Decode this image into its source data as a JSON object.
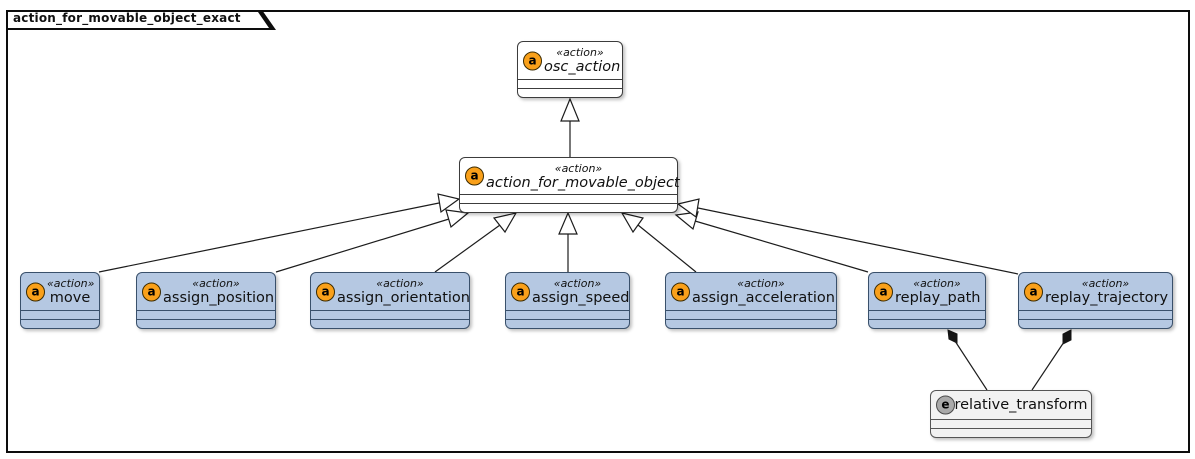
{
  "frame": {
    "title": "action_for_movable_object_exact"
  },
  "classes": [
    {
      "id": "osc_action",
      "stereotype": "«action»",
      "name": "osc_action",
      "icon_letter": "a",
      "icon_kind": "action",
      "abstract": true,
      "fill": "#ffffff"
    },
    {
      "id": "action_for_movable_object",
      "stereotype": "«action»",
      "name": "action_for_movable_object",
      "icon_letter": "a",
      "icon_kind": "action",
      "abstract": true,
      "fill": "#ffffff"
    },
    {
      "id": "move",
      "stereotype": "«action»",
      "name": "move",
      "icon_letter": "a",
      "icon_kind": "action",
      "abstract": false,
      "fill": "#b5c8e2"
    },
    {
      "id": "assign_position",
      "stereotype": "«action»",
      "name": "assign_position",
      "icon_letter": "a",
      "icon_kind": "action",
      "abstract": false,
      "fill": "#b5c8e2"
    },
    {
      "id": "assign_orientation",
      "stereotype": "«action»",
      "name": "assign_orientation",
      "icon_letter": "a",
      "icon_kind": "action",
      "abstract": false,
      "fill": "#b5c8e2"
    },
    {
      "id": "assign_speed",
      "stereotype": "«action»",
      "name": "assign_speed",
      "icon_letter": "a",
      "icon_kind": "action",
      "abstract": false,
      "fill": "#b5c8e2"
    },
    {
      "id": "assign_acceleration",
      "stereotype": "«action»",
      "name": "assign_acceleration",
      "icon_letter": "a",
      "icon_kind": "action",
      "abstract": false,
      "fill": "#b5c8e2"
    },
    {
      "id": "replay_path",
      "stereotype": "«action»",
      "name": "replay_path",
      "icon_letter": "a",
      "icon_kind": "action",
      "abstract": false,
      "fill": "#b5c8e2"
    },
    {
      "id": "replay_trajectory",
      "stereotype": "«action»",
      "name": "replay_trajectory",
      "icon_letter": "a",
      "icon_kind": "action",
      "abstract": false,
      "fill": "#b5c8e2"
    },
    {
      "id": "relative_transform",
      "stereotype": "",
      "name": "relative_transform",
      "icon_letter": "e",
      "icon_kind": "enum",
      "abstract": false,
      "fill": "#f2f2f2"
    }
  ],
  "relationships": [
    {
      "type": "generalization",
      "from": "action_for_movable_object",
      "to": "osc_action"
    },
    {
      "type": "generalization",
      "from": "move",
      "to": "action_for_movable_object"
    },
    {
      "type": "generalization",
      "from": "assign_position",
      "to": "action_for_movable_object"
    },
    {
      "type": "generalization",
      "from": "assign_orientation",
      "to": "action_for_movable_object"
    },
    {
      "type": "generalization",
      "from": "assign_speed",
      "to": "action_for_movable_object"
    },
    {
      "type": "generalization",
      "from": "assign_acceleration",
      "to": "action_for_movable_object"
    },
    {
      "type": "generalization",
      "from": "replay_path",
      "to": "action_for_movable_object"
    },
    {
      "type": "generalization",
      "from": "replay_trajectory",
      "to": "action_for_movable_object"
    },
    {
      "type": "composition",
      "owner": "replay_path",
      "part": "relative_transform"
    },
    {
      "type": "composition",
      "owner": "replay_trajectory",
      "part": "relative_transform"
    }
  ],
  "colors": {
    "class_fill": "#b5c8e2",
    "class_border": "#39506b",
    "abstract_fill": "#ffffff",
    "enum_fill": "#f2f2f2",
    "action_spot": "#f9a01a",
    "enum_spot": "#a9a9a9",
    "edge": "#1c1c1c"
  }
}
